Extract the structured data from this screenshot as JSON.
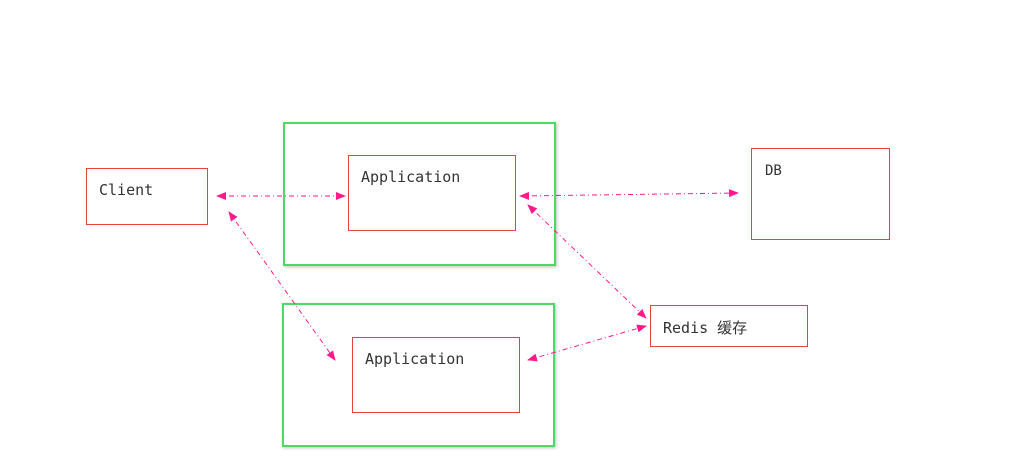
{
  "diagram": {
    "nodes": {
      "client": {
        "label": "Client"
      },
      "app1": {
        "label": "Application"
      },
      "app2": {
        "label": "Application"
      },
      "db": {
        "label": "DB"
      },
      "redis": {
        "label": "Redis 缓存"
      }
    },
    "colors": {
      "node_border": "#e8423a",
      "group_border": "#4cd964",
      "arrow": "#ff1a8c",
      "text": "#333333"
    },
    "edges": [
      {
        "from": "client",
        "to": "app1",
        "style": "dashed",
        "direction": "both"
      },
      {
        "from": "client",
        "to": "app2",
        "style": "dashed",
        "direction": "both"
      },
      {
        "from": "app1",
        "to": "db",
        "style": "dashed",
        "direction": "both"
      },
      {
        "from": "app1",
        "to": "redis",
        "style": "dashed",
        "direction": "both"
      },
      {
        "from": "app2",
        "to": "redis",
        "style": "dashed",
        "direction": "both"
      }
    ]
  }
}
